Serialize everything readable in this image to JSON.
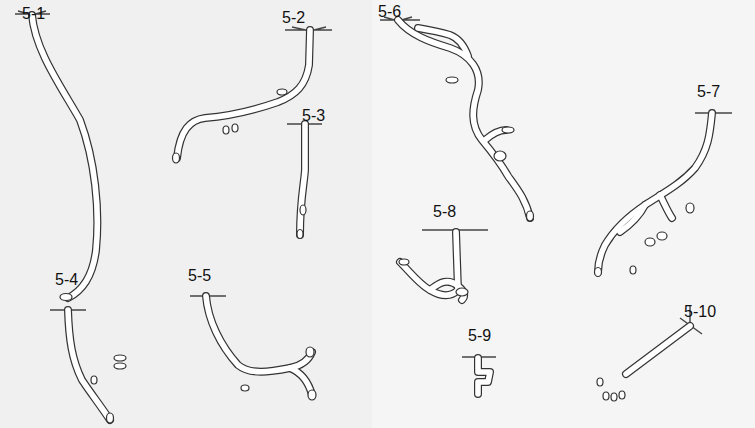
{
  "diagram": {
    "labels": [
      "5-1",
      "5-2",
      "5-3",
      "5-4",
      "5-5",
      "5-6",
      "5-7",
      "5-8",
      "5-9",
      "5-10"
    ]
  }
}
